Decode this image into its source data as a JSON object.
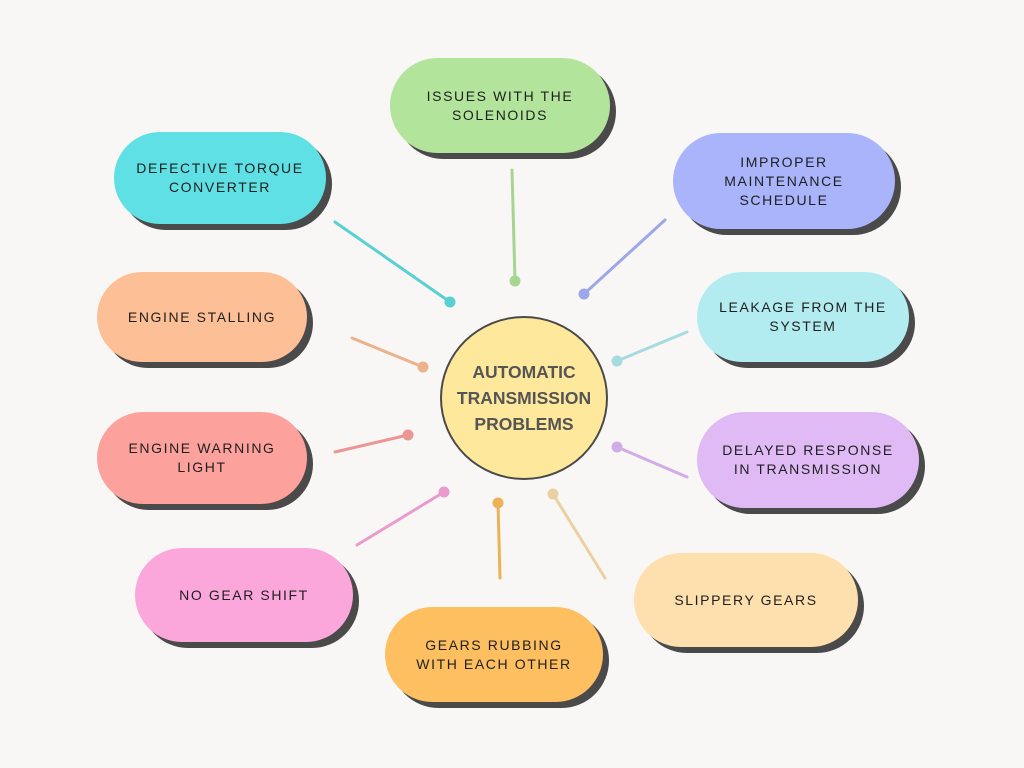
{
  "center": {
    "label": "AUTOMATIC\nTRANSMISSION\nPROBLEMS",
    "color": "#fde89c"
  },
  "nodes": [
    {
      "id": "solenoids",
      "label": "ISSUES WITH THE\nSOLENOIDS",
      "color": "#b2e59b"
    },
    {
      "id": "torque-converter",
      "label": "DEFECTIVE TORQUE\nCONVERTER",
      "color": "#5fe0e4"
    },
    {
      "id": "maintenance",
      "label": "IMPROPER\nMAINTENANCE\nSCHEDULE",
      "color": "#a9b4fb"
    },
    {
      "id": "engine-stalling",
      "label": "ENGINE STALLING",
      "color": "#fdbf96"
    },
    {
      "id": "leakage",
      "label": "LEAKAGE FROM THE\nSYSTEM",
      "color": "#b2ecf0"
    },
    {
      "id": "engine-warning",
      "label": "ENGINE WARNING\nLIGHT",
      "color": "#fda19d"
    },
    {
      "id": "delayed-response",
      "label": "DELAYED RESPONSE\nIN TRANSMISSION",
      "color": "#e0baf5"
    },
    {
      "id": "no-gear-shift",
      "label": "NO GEAR SHIFT",
      "color": "#fca7dc"
    },
    {
      "id": "slippery-gears",
      "label": "SLIPPERY GEARS",
      "color": "#fde0ad"
    },
    {
      "id": "gears-rubbing",
      "label": "GEARS RUBBING\nWITH EACH OTHER",
      "color": "#fdbf5f"
    }
  ]
}
